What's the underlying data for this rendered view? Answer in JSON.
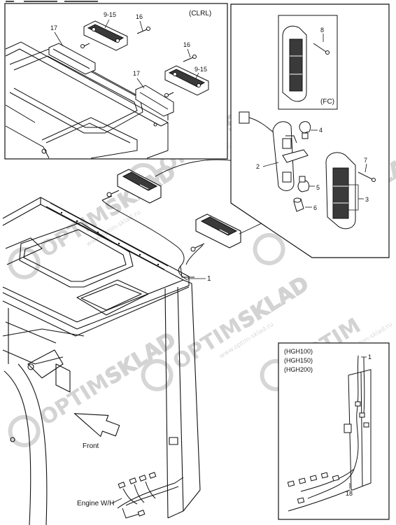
{
  "insets": {
    "clrl": {
      "tag": "(CLRL)",
      "callouts": {
        "p17_left": "17",
        "p915_top": "9-15",
        "p16_top": "16",
        "p16_right": "16",
        "p915_right": "9-15",
        "p17_right": "17"
      }
    },
    "fc": {
      "tag": "(FC)",
      "callouts": {
        "p8": "8",
        "p4": "4",
        "p2": "2",
        "p7": "7",
        "p5": "5",
        "p3": "3",
        "p6": "6"
      }
    },
    "hgh": {
      "models": [
        "(HGH100)",
        "(HGH150)",
        "(HGH200)"
      ],
      "callouts": {
        "p1": "1",
        "p18": "18"
      }
    }
  },
  "main": {
    "callout_1": "1",
    "front_label": "Front",
    "engine_label": "Engine W/H"
  },
  "watermark": {
    "brand_a": "OPTIM",
    "brand_b": "SKLAD",
    "url": "www.optim-sklad.ru"
  },
  "colors": {
    "line": "#111111",
    "watermark": "#cfcfcf",
    "lens_fill": "#3a3a3a"
  }
}
